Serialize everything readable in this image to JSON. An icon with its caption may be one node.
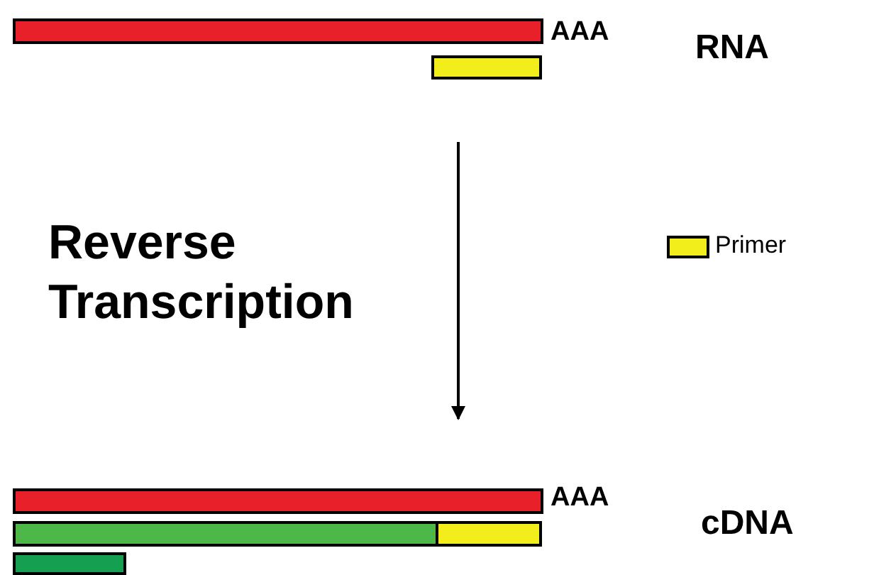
{
  "diagram": {
    "nodes": [
      {
        "text": [
          "RNA"
        ]
      },
      {
        "text": [
          "cDNA"
        ]
      }
    ],
    "edges": [
      {
        "from": 0,
        "to": 1,
        "arrow": "to",
        "label": "Reverse Transcription"
      }
    ],
    "labels": [
      "AAA",
      "AAA"
    ],
    "legend": [
      {
        "text": "Primer",
        "color": "#f2ee1c"
      }
    ]
  }
}
